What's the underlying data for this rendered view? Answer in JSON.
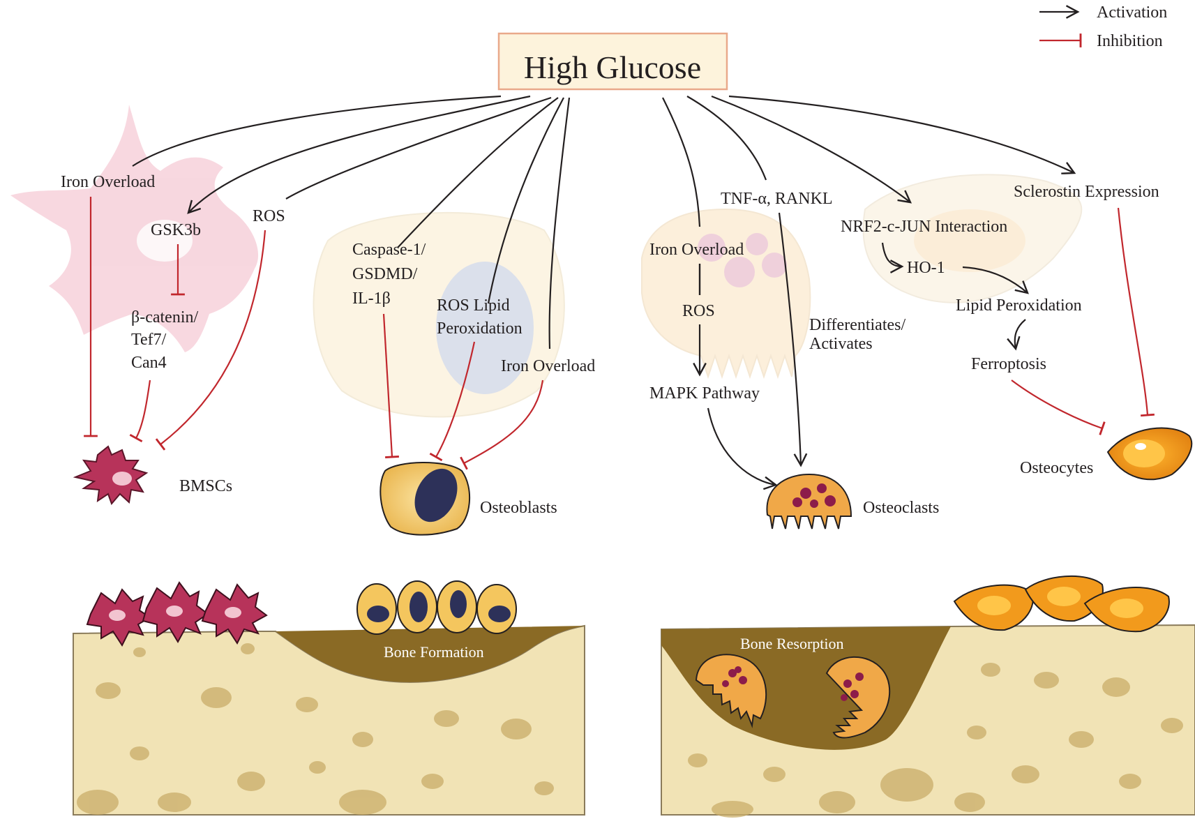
{
  "title": "High Glucose",
  "legend": {
    "activation": "Activation",
    "inhibition": "Inhibition"
  },
  "labels": {
    "bmsc_iron_overload": "Iron Overload",
    "gsk3b": "GSK3b",
    "ros_bmsc": "ROS",
    "beta_catenin": "β-catenin/",
    "tcf7": "Tef7/",
    "can4": "Can4",
    "caspase": "Caspase-1/",
    "gsdmd": "GSDMD/",
    "il1b": "IL-1β",
    "ros_lipid_1": "ROS Lipid",
    "ros_lipid_2": "Peroxidation",
    "ob_iron_overload": "Iron Overload",
    "tnf_rankl": "TNF-α, RANKL",
    "oc_iron_overload": "Iron Overload",
    "ros_oc": "ROS",
    "mapk": "MAPK Pathway",
    "diff_1": "Differentiates/",
    "diff_2": "Activates",
    "sclerostin": "Sclerostin Expression",
    "nrf2": "NRF2-c-JUN Interaction",
    "ho1": "HO-1",
    "lipid_perox": "Lipid Peroxidation",
    "ferroptosis": "Ferroptosis"
  },
  "cells": {
    "bmscs": "BMSCs",
    "osteoblasts": "Osteoblasts",
    "osteoclasts": "Osteoclasts",
    "osteocytes": "Osteocytes"
  },
  "bone": {
    "formation": "Bone Formation",
    "resorption": "Bone Resorption"
  },
  "colors": {
    "activation": "#231f20",
    "inhibition": "#c1272d",
    "bmsc": "#b7335a",
    "osteoblast": "#f4c65e",
    "osteoclast": "#f0a848",
    "osteocyte": "#f29a1c",
    "bone": "#f1e3b5",
    "bone_dark": "#8a6a25"
  }
}
